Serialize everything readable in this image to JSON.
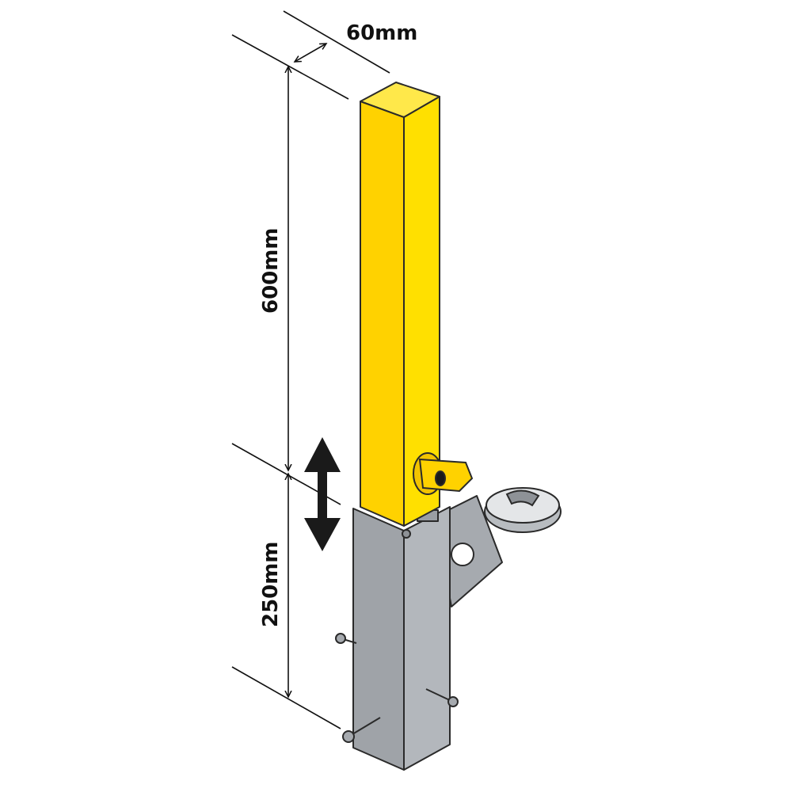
{
  "dimensions": {
    "width_label": "60mm",
    "post_height_label": "600mm",
    "socket_depth_label": "250mm"
  },
  "colors": {
    "post_front": "#FFD200",
    "post_side": "#FFE000",
    "post_top": "#FFE84A",
    "socket_front": "#9FA3A8",
    "socket_side": "#AEB2B7",
    "outline": "#2A2A2A",
    "arrow": "#1A1A1A"
  },
  "icons": {
    "direction": "up-down-arrow-icon",
    "lock": "padlock-icon"
  }
}
